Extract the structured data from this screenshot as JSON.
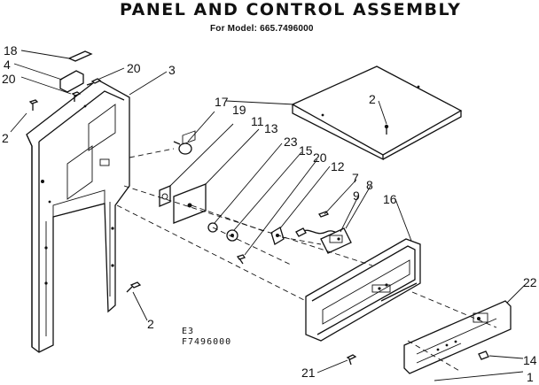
{
  "title": "PANEL AND CONTROL ASSEMBLY",
  "subtitle": "For Model: 665.7496000",
  "code_lines": [
    "E3",
    "F7496000"
  ],
  "callouts": [
    "18",
    "4",
    "20",
    "20",
    "3",
    "2",
    "17",
    "19",
    "11",
    "13",
    "23",
    "15",
    "20",
    "12",
    "7",
    "9",
    "8",
    "16",
    "2",
    "22",
    "14",
    "1",
    "21",
    "2"
  ],
  "icons": {
    "screw": "screw-icon",
    "knob": "knob-icon"
  }
}
